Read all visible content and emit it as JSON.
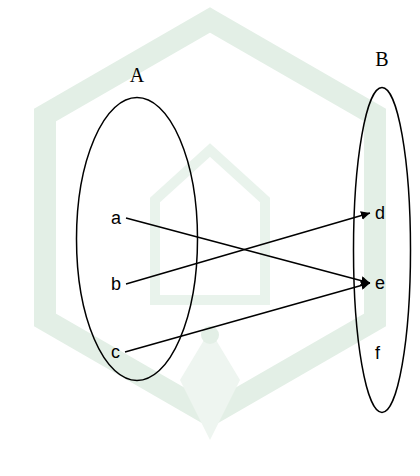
{
  "diagram": {
    "nodes": [
      {
        "text": [
          "A"
        ]
      },
      {
        "text": [
          "a"
        ],
        "in": 0
      },
      {
        "text": [
          "b"
        ],
        "in": 0
      },
      {
        "text": [
          "c"
        ],
        "in": 0
      },
      {
        "text": [
          "B"
        ]
      },
      {
        "text": [
          "d"
        ],
        "in": 4
      },
      {
        "text": [
          "e"
        ],
        "in": 4
      },
      {
        "text": [
          "f"
        ],
        "in": 4
      }
    ],
    "edges": [
      {
        "from": 1,
        "to": 6,
        "arrow": "to"
      },
      {
        "from": 2,
        "to": 5,
        "arrow": "to"
      },
      {
        "from": 3,
        "to": 6,
        "arrow": "to"
      }
    ]
  }
}
